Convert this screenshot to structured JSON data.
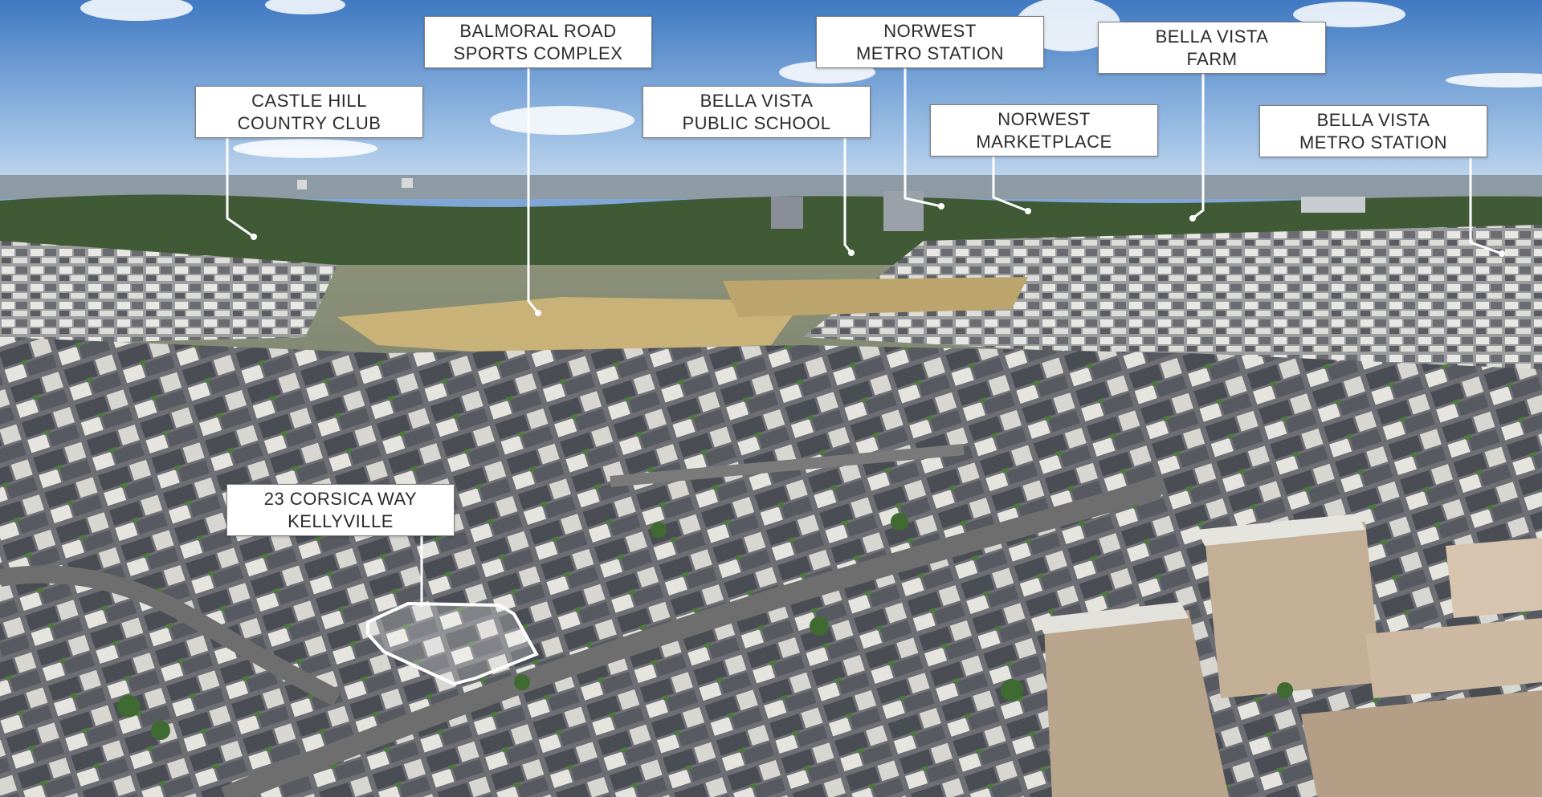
{
  "labels": [
    {
      "id": "castle-hill",
      "line1": "CASTLE HILL",
      "line2": "COUNTRY CLUB"
    },
    {
      "id": "balmoral",
      "line1": "BALMORAL ROAD",
      "line2": "SPORTS COMPLEX"
    },
    {
      "id": "bella-vista-school",
      "line1": "BELLA VISTA",
      "line2": "PUBLIC SCHOOL"
    },
    {
      "id": "norwest-metro",
      "line1": "NORWEST",
      "line2": "METRO STATION"
    },
    {
      "id": "norwest-marketplace",
      "line1": "NORWEST",
      "line2": "MARKETPLACE"
    },
    {
      "id": "bella-vista-farm",
      "line1": "BELLA VISTA",
      "line2": "FARM"
    },
    {
      "id": "bella-vista-metro",
      "line1": "BELLA VISTA",
      "line2": "METRO STATION"
    },
    {
      "id": "property",
      "line1": "23 CORSICA WAY",
      "line2": "KELLYVILLE"
    }
  ],
  "colors": {
    "sky_top": "#4f86c9",
    "sky_bottom": "#b9d2ea",
    "grass": "#c9b277",
    "trees": "#3f5a34",
    "roof_dark": "#4d4f56",
    "label_bg": "#ffffff",
    "label_text": "#2b2b2b",
    "pointer": "#ffffff"
  }
}
